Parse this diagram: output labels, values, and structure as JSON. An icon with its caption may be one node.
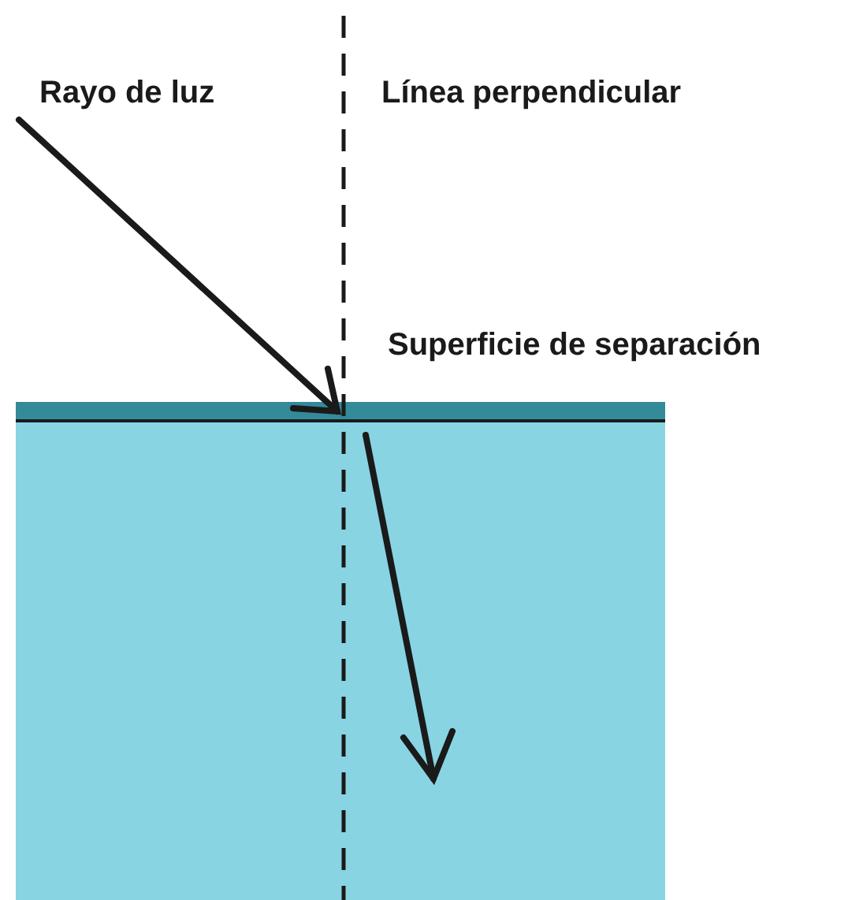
{
  "diagram": {
    "labels": [
      "Rayo de luz",
      "Línea perpendicular",
      "Superficie de separación"
    ]
  }
}
